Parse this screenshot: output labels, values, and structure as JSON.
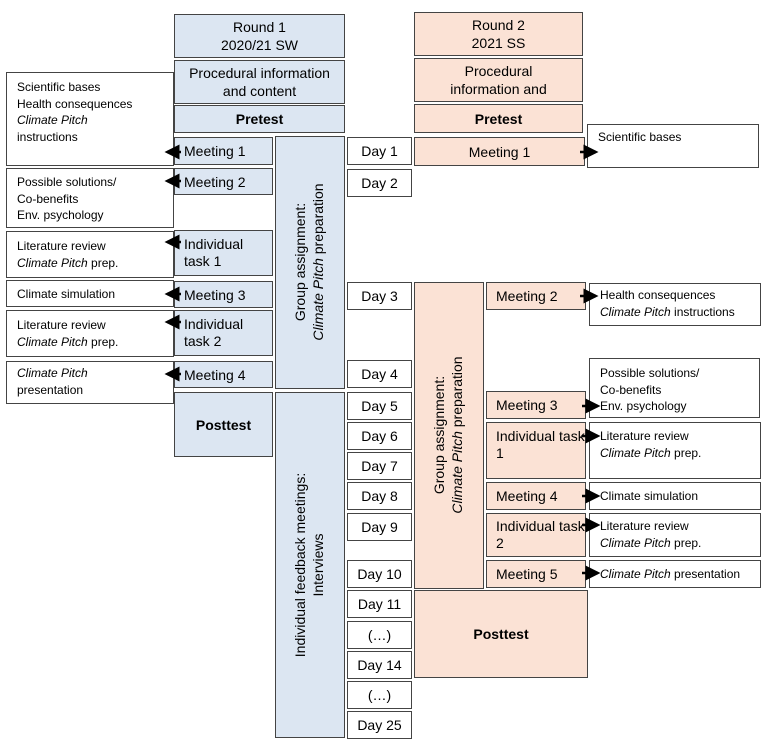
{
  "round1": {
    "header_line1": "Round 1",
    "header_line2": "2020/21 SW",
    "procedural_line1": "Procedural information",
    "procedural_line2": "and content",
    "pretest": "Pretest",
    "posttest": "Posttest",
    "steps": [
      "Meeting 1",
      "Meeting 2",
      "Individual task 1",
      "Meeting 3",
      "Individual task 2",
      "Meeting 4"
    ],
    "group_assignment_line1": "Group assignment:",
    "group_assignment_italic": "Climate Pitch",
    "group_assignment_rest": " preparation",
    "feedback_line1": "Individual feedback meetings:",
    "feedback_line2": "Interviews"
  },
  "round2": {
    "header_line1": "Round 2",
    "header_line2": "2021 SS",
    "procedural_line1": "Procedural",
    "procedural_line2": "information and",
    "pretest": "Pretest",
    "posttest": "Posttest",
    "steps": [
      "Meeting 1",
      "Meeting 2",
      "Meeting 3",
      "Individual task 1",
      "Meeting 4",
      "Individual task 2",
      "Meeting 5"
    ],
    "group_assignment_line1": "Group assignment:",
    "group_assignment_italic": "Climate Pitch",
    "group_assignment_rest": " preparation"
  },
  "days": [
    "Day 1",
    "Day 2",
    "Day 3",
    "Day 4",
    "Day 5",
    "Day 6",
    "Day 7",
    "Day 8",
    "Day 9",
    "Day 10",
    "Day 11",
    "(…)",
    "Day 14",
    "(…)",
    "Day 25"
  ],
  "left_notes": {
    "meeting1": [
      "Scientific bases",
      "Health consequences",
      "Climate Pitch",
      "instructions"
    ],
    "meeting2": [
      "Possible solutions/",
      "Co-benefits",
      "Env. psychology"
    ],
    "task1": [
      "Literature review",
      "Climate Pitch",
      " prep."
    ],
    "meeting3": [
      "Climate simulation"
    ],
    "task2": [
      "Literature review",
      "Climate Pitch",
      " prep."
    ],
    "meeting4": [
      "Climate Pitch",
      "presentation"
    ]
  },
  "right_notes": {
    "meeting1": [
      "Scientific bases"
    ],
    "meeting2": [
      "Health consequences",
      "Climate Pitch",
      " instructions"
    ],
    "meeting3": [
      "Possible solutions/",
      "Co-benefits",
      "Env. psychology"
    ],
    "task1": [
      "Literature review",
      "Climate Pitch",
      " prep."
    ],
    "meeting4": [
      "Climate simulation"
    ],
    "task2": [
      "Literature review",
      "Climate Pitch",
      " prep."
    ],
    "meeting5": [
      "Climate Pitch",
      " presentation"
    ]
  }
}
